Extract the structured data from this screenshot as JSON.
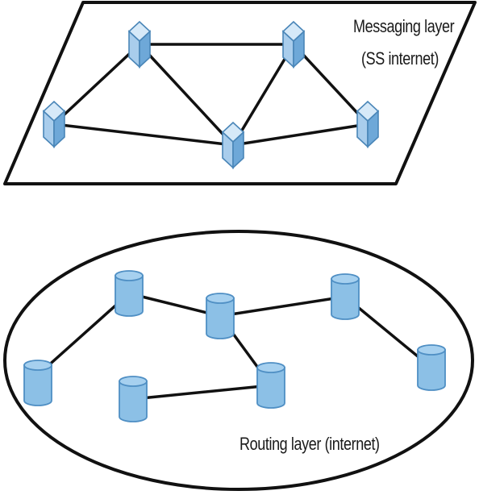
{
  "layers": {
    "messaging": {
      "label_line1": "Messaging layer",
      "label_line2": "(SS internet)"
    },
    "routing": {
      "label": "Routing layer (internet)"
    }
  },
  "colors": {
    "node_fill": "#8cc0e6",
    "node_light": "#cfe5f7",
    "node_dark": "#5e9dcf",
    "stroke": "#111111",
    "background": "#ffffff"
  },
  "node_icons": {
    "messaging": "cube-node-icon",
    "routing": "cylinder-node-icon"
  }
}
